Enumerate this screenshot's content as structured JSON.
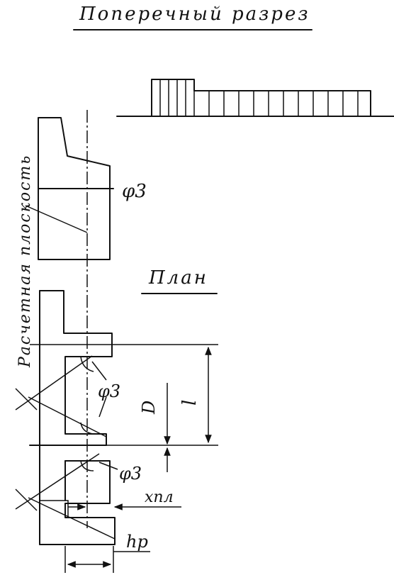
{
  "titles": {
    "section": "Поперечный разрез",
    "plan": "План",
    "vertical": "Расчетная плоскость"
  },
  "labels": {
    "phi_top": "φ3",
    "phi_mid": "φ3",
    "phi_low": "φ3",
    "D": "D",
    "l": "l",
    "x_pl": "xпл",
    "h_p": "hp"
  },
  "colors": {
    "ink": "#111111",
    "paper": "#ffffff"
  }
}
